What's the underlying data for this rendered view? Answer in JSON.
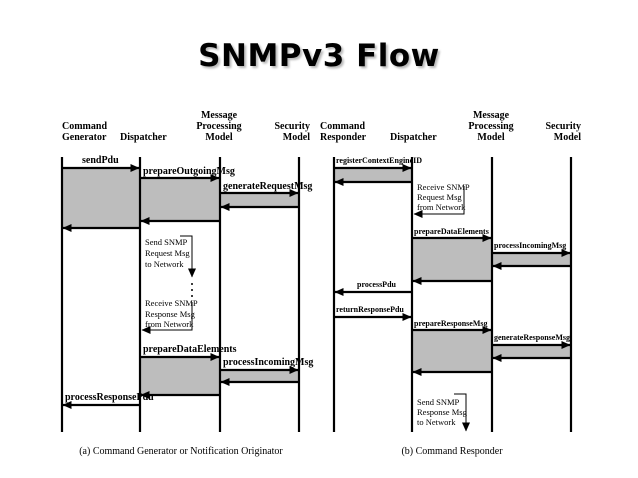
{
  "title": "SNMPv3 Flow",
  "left": {
    "headers": {
      "command_generator": [
        "Command",
        "Generator"
      ],
      "dispatcher": "Dispatcher",
      "message_processing_model": [
        "Message",
        "Processing",
        "Model"
      ],
      "security_model": [
        "Security",
        "Model"
      ]
    },
    "messages": {
      "send_pdu": "sendPdu",
      "prepare_outgoing_msg": "prepareOutgoingMsg",
      "generate_request_msg": "generateRequestMsg",
      "prepare_data_elements": "prepareDataElements",
      "process_incoming_msg": "processIncomingMsg",
      "process_response_pdu": "processResponsePdu"
    },
    "notes": {
      "send_request": [
        "Send SNMP",
        "Request Msg",
        "to Network"
      ],
      "receive_response": [
        "Receive SNMP",
        "Response Msg",
        "from Network"
      ]
    },
    "caption": "(a) Command Generator or Notification Originator"
  },
  "right": {
    "headers": {
      "command_responder": [
        "Command",
        "Responder"
      ],
      "dispatcher": "Dispatcher",
      "message_processing_model": [
        "Message",
        "Processing",
        "Model"
      ],
      "security_model": [
        "Security",
        "Model"
      ]
    },
    "messages": {
      "register_context_engine_id": "registerContextEngineID",
      "prepare_data_elements": "prepareDataElements",
      "process_incoming_msg": "processIncomingMsg",
      "process_pdu": "processPdu",
      "return_response_pdu": "returnResponsePdu",
      "prepare_response_msg": "prepareResponseMsg",
      "generate_response_msg": "generateResponseMsg"
    },
    "notes": {
      "receive_request": [
        "Receive SNMP",
        "Request Msg",
        "from Network"
      ],
      "send_response": [
        "Send SNMP",
        "Response Msg",
        "to Network"
      ]
    },
    "caption": "(b) Command Responder"
  },
  "colors": {
    "activation": "#bdbdbd",
    "line": "#000000",
    "title_shadow": "#b9b9b9"
  }
}
